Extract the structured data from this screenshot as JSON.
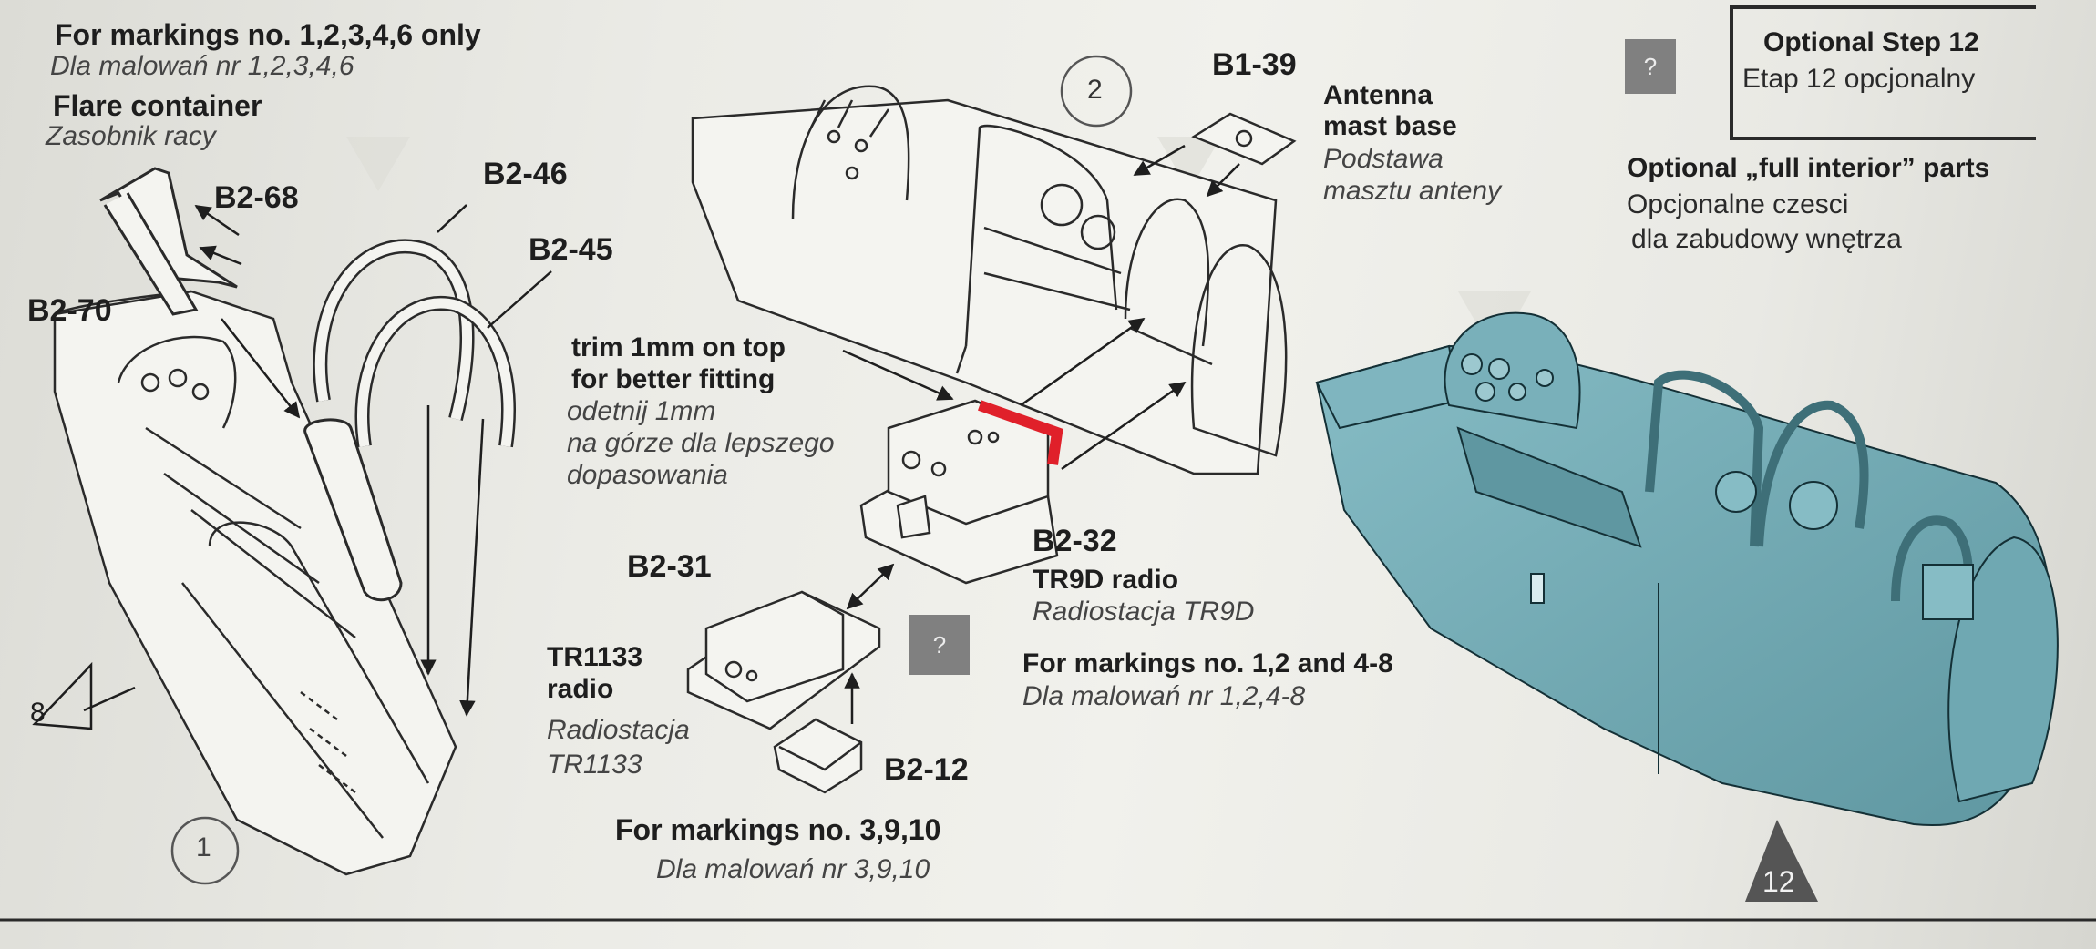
{
  "left": {
    "markings_title": "For markings no. 1,2,3,4,6 only",
    "markings_sub": "Dla malowań nr 1,2,3,4,6",
    "flare_title": "Flare container",
    "flare_sub": "Zasobnik racy",
    "parts": [
      "B2-68",
      "B2-70",
      "B2-46",
      "B2-45"
    ],
    "step_ref": "8",
    "sub_step": "1"
  },
  "center": {
    "sub_step": "2",
    "antenna_part": "B1-39",
    "antenna_title_1": "Antenna",
    "antenna_title_2": "mast base",
    "antenna_sub_1": "Podstawa",
    "antenna_sub_2": "masztu anteny",
    "trim_1": "trim 1mm on top",
    "trim_2": "for better fitting",
    "trim_pl_1": "odetnij 1mm",
    "trim_pl_2": "na górze dla lepszego",
    "trim_pl_3": "dopasowania",
    "radio_part": "B2-32",
    "radio_title": "TR9D radio",
    "radio_sub": "Radiostacja TR9D",
    "radio_markings": "For markings no. 1,2 and 4-8",
    "radio_markings_sub": "Dla malowań nr 1,2,4-8",
    "tr1133_part": "B2-31",
    "tr1133_title_1": "TR1133",
    "tr1133_title_2": "radio",
    "tr1133_sub_1": "Radiostacja",
    "tr1133_sub_2": "TR1133",
    "small_part": "B2-12",
    "bottom_markings": "For markings no. 3,9,10",
    "bottom_markings_sub": "Dla malowań nr 3,9,10",
    "question": "?"
  },
  "right": {
    "step_title": "Optional Step 12",
    "step_sub": "Etap 12 opcjonalny",
    "full_interior_title": "Optional „full interior” parts",
    "full_interior_sub_1": "Opcjonalne czesci",
    "full_interior_sub_2": "dla zabudowy wnętrza",
    "page_number": "12",
    "question": "?"
  },
  "colors": {
    "render_fill": "#6fa8b2",
    "red_trim": "#e0202a",
    "question_box": "#808080"
  }
}
